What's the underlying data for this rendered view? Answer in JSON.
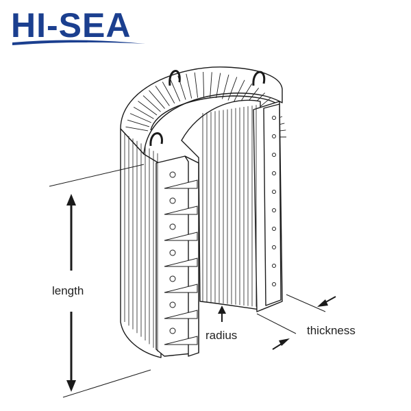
{
  "brand": {
    "logo_text": "HI-SEA",
    "logo_color": "#1b3f8f",
    "swoosh_color": "#1b3f8f"
  },
  "labels": {
    "length": "length",
    "radius": "radius",
    "thickness": "thickness"
  },
  "colors": {
    "line": "#1a1a1a",
    "fill": "#ffffff"
  }
}
